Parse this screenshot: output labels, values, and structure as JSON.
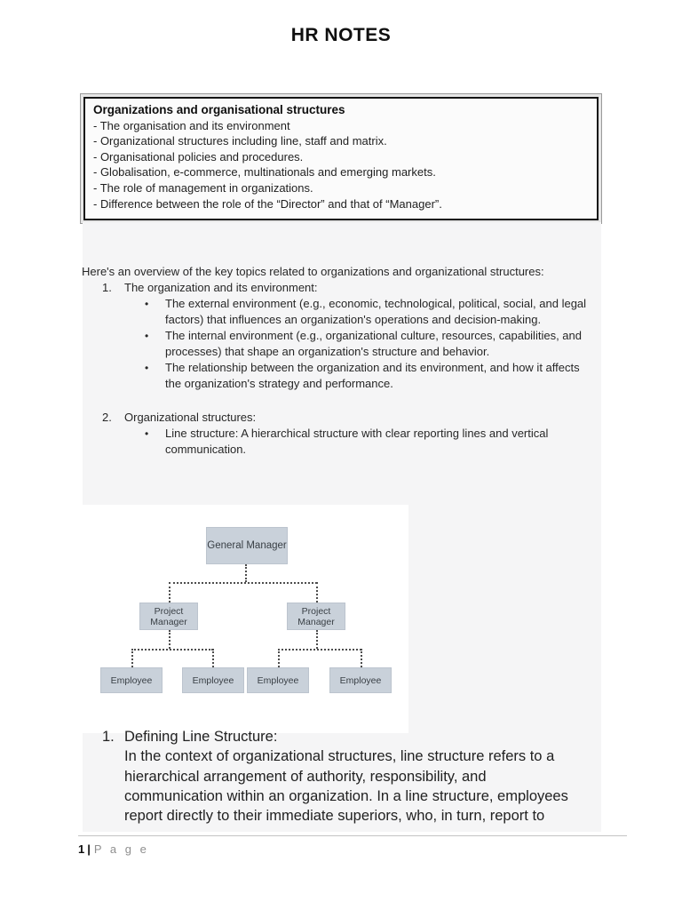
{
  "doc": {
    "title": "HR NOTES"
  },
  "glyphs": {
    "bullet": "•"
  },
  "topic_box": {
    "heading": "Organizations and organisational structures",
    "items": [
      "- The organisation and its environment",
      "- Organizational structures including line, staff and matrix.",
      "- Organisational policies and procedures.",
      "- Globalisation, e-commerce, multinationals and emerging markets.",
      "- The role of management in organizations.",
      "- Difference between the role of the “Director” and that of “Manager”."
    ]
  },
  "overview": {
    "intro": "Here's an overview of the key topics related to organizations and organizational structures:",
    "list": [
      {
        "number": "1.",
        "title": "The organization and its environment:",
        "bullets": [
          "The external environment (e.g., economic, technological, political, social, and legal factors) that influences an organization's operations and decision-making.",
          "The internal environment (e.g., organizational culture, resources, capabilities, and processes) that shape an organization's structure and behavior.",
          "The relationship between the organization and its environment, and how it affects the organization's strategy and performance."
        ]
      },
      {
        "number": "2.",
        "title": "Organizational structures:",
        "bullets": [
          "Line structure: A hierarchical structure with clear reporting lines and vertical communication."
        ]
      }
    ]
  },
  "org_chart": {
    "root": "General Manager",
    "managers": [
      "Project Manager",
      "Project Manager"
    ],
    "employees": [
      "Employee",
      "Employee",
      "Employee",
      "Employee"
    ],
    "box_fill": "#c9d1da",
    "box_text_color": "#3a4046",
    "line_color": "#4d4d4d"
  },
  "definition": {
    "number": "1.",
    "heading": "Defining Line Structure:",
    "lines": [
      "In the context of organizational structures, line structure refers to a",
      "hierarchical arrangement of authority, responsibility, and",
      "communication within an organization. In a line structure, employees",
      "report directly to their immediate superiors, who, in turn, report to"
    ]
  },
  "footer": {
    "page_number": "1",
    "separator": "|",
    "label": "P a g e"
  }
}
